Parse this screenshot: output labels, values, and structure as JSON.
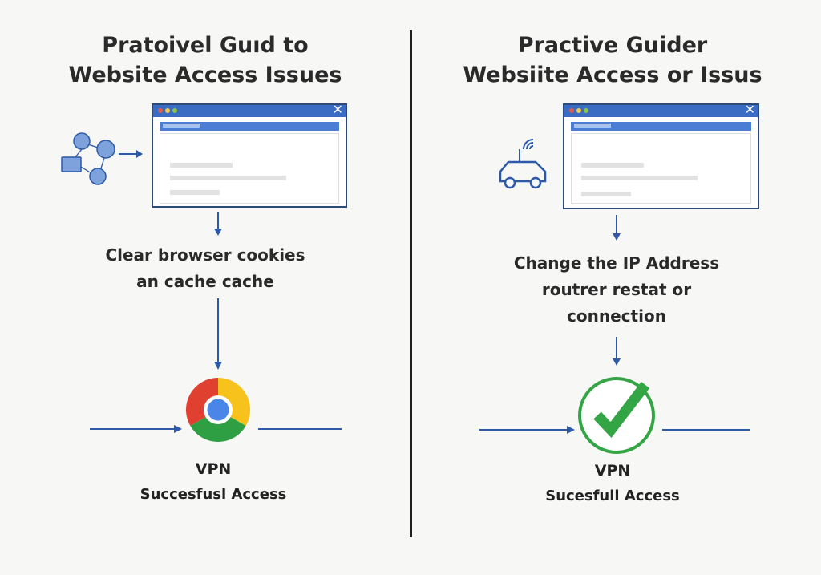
{
  "left": {
    "title_line1": "Pratoivel Guıd to",
    "title_line2": "Website Access Issues",
    "step_line1": "Clear browser cookies",
    "step_line2": "an cache cache",
    "footer_vpn": "VPN",
    "footer_access": "Succesfusl Access",
    "icon": "network-nodes-icon",
    "result_icon": "chrome-logo-icon"
  },
  "right": {
    "title_line1": "Practive Guider",
    "title_line2": "Websiite Access or Issus",
    "step_line1": "Change the IP Address",
    "step_line2": "routrer restat or",
    "step_line3": "connection",
    "footer_vpn": "VPN",
    "footer_access": "Sucesfull Access",
    "icon": "car-wifi-icon",
    "result_icon": "checkmark-circle-icon"
  },
  "colors": {
    "accent_blue": "#3b6cc4",
    "arrow_blue": "#2e59a8",
    "check_green": "#34a545",
    "chrome_red": "#e0402f",
    "chrome_yellow": "#f6c21b",
    "chrome_green": "#2ea043",
    "chrome_blue": "#4a86e8"
  }
}
